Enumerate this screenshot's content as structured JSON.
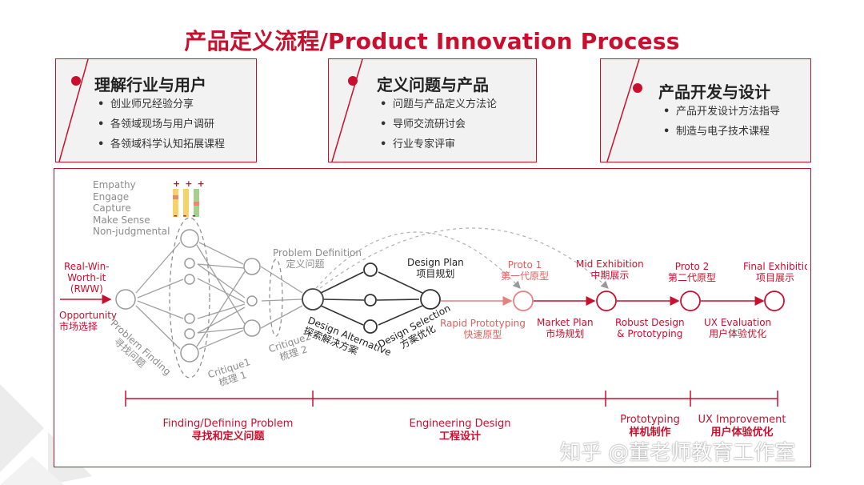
{
  "title": "产品定义流程/Product Innovation Process",
  "cards": [
    {
      "title": "理解行业与用户",
      "items": [
        "创业师兄经验分享",
        "各领域现场与用户调研",
        "各领域科学认知拓展课程"
      ]
    },
    {
      "title": "定义问题与产品",
      "items": [
        "问题与产品定义方法论",
        "导师交流研讨会",
        "行业专家评审"
      ]
    },
    {
      "title": "产品开发与设计",
      "items": [
        "产品开发设计方法指导",
        "制造与电子技术课程"
      ]
    }
  ],
  "diagram": {
    "empathy_list": [
      "Empathy",
      "Engage",
      "Capture",
      "Make Sense",
      "Non-judgmental"
    ],
    "rww": [
      "Real-Win-",
      "Worth-it",
      "(RWW)"
    ],
    "opportunity": {
      "en": "Opportunity",
      "zh": "市场选择"
    },
    "problem_finding": {
      "en": "Problem Finding",
      "zh": "寻找问题"
    },
    "critique1": {
      "en": "Critique1",
      "zh": "梳理 1"
    },
    "critique2": {
      "en": "Critique2",
      "zh": "梳理 2"
    },
    "problem_definition": {
      "en": "Problem Definition",
      "zh": "定义问题"
    },
    "design_alternative": {
      "en": "Design Alternative",
      "zh": "探索解决方案"
    },
    "design_plan": {
      "en": "Design Plan",
      "zh": "项目规划"
    },
    "design_selection": {
      "en": "Design Selection",
      "zh": "方案优化"
    },
    "rapid_prototyping": {
      "en": "Rapid Prototyping",
      "zh": "快速原型"
    },
    "proto1": {
      "en": "Proto 1",
      "zh": "第一代原型"
    },
    "mid_exhibition": {
      "en": "Mid Exhibition",
      "zh": "中期展示"
    },
    "market_plan": {
      "en": "Market Plan",
      "zh": "市场规划"
    },
    "proto2": {
      "en": "Proto 2",
      "zh": "第二代原型"
    },
    "robust_design": {
      "en": "Robust Design",
      "en2": "& Prototyping"
    },
    "final_exhibition": {
      "en": "Final Exhibitio",
      "zh": "项目展示"
    },
    "ux_evaluation": {
      "en": "UX Evaluation",
      "zh": "用户体验优化"
    },
    "sticky_signs": [
      "+",
      "+",
      "+",
      "-",
      "-",
      "-"
    ]
  },
  "phases": [
    {
      "en": "Finding/Defining Problem",
      "zh": "寻找和定义问题"
    },
    {
      "en": "Engineering Design",
      "zh": "工程设计"
    },
    {
      "en": "Prototyping",
      "zh": "样机制作"
    },
    {
      "en": "UX Improvement",
      "zh": "用户体验优化"
    }
  ],
  "watermark": "知乎 @董老师教育工作室",
  "colors": {
    "accent": "#c8102e",
    "gray": "#8c8c8c",
    "card_bg": "#f2f2f2"
  }
}
